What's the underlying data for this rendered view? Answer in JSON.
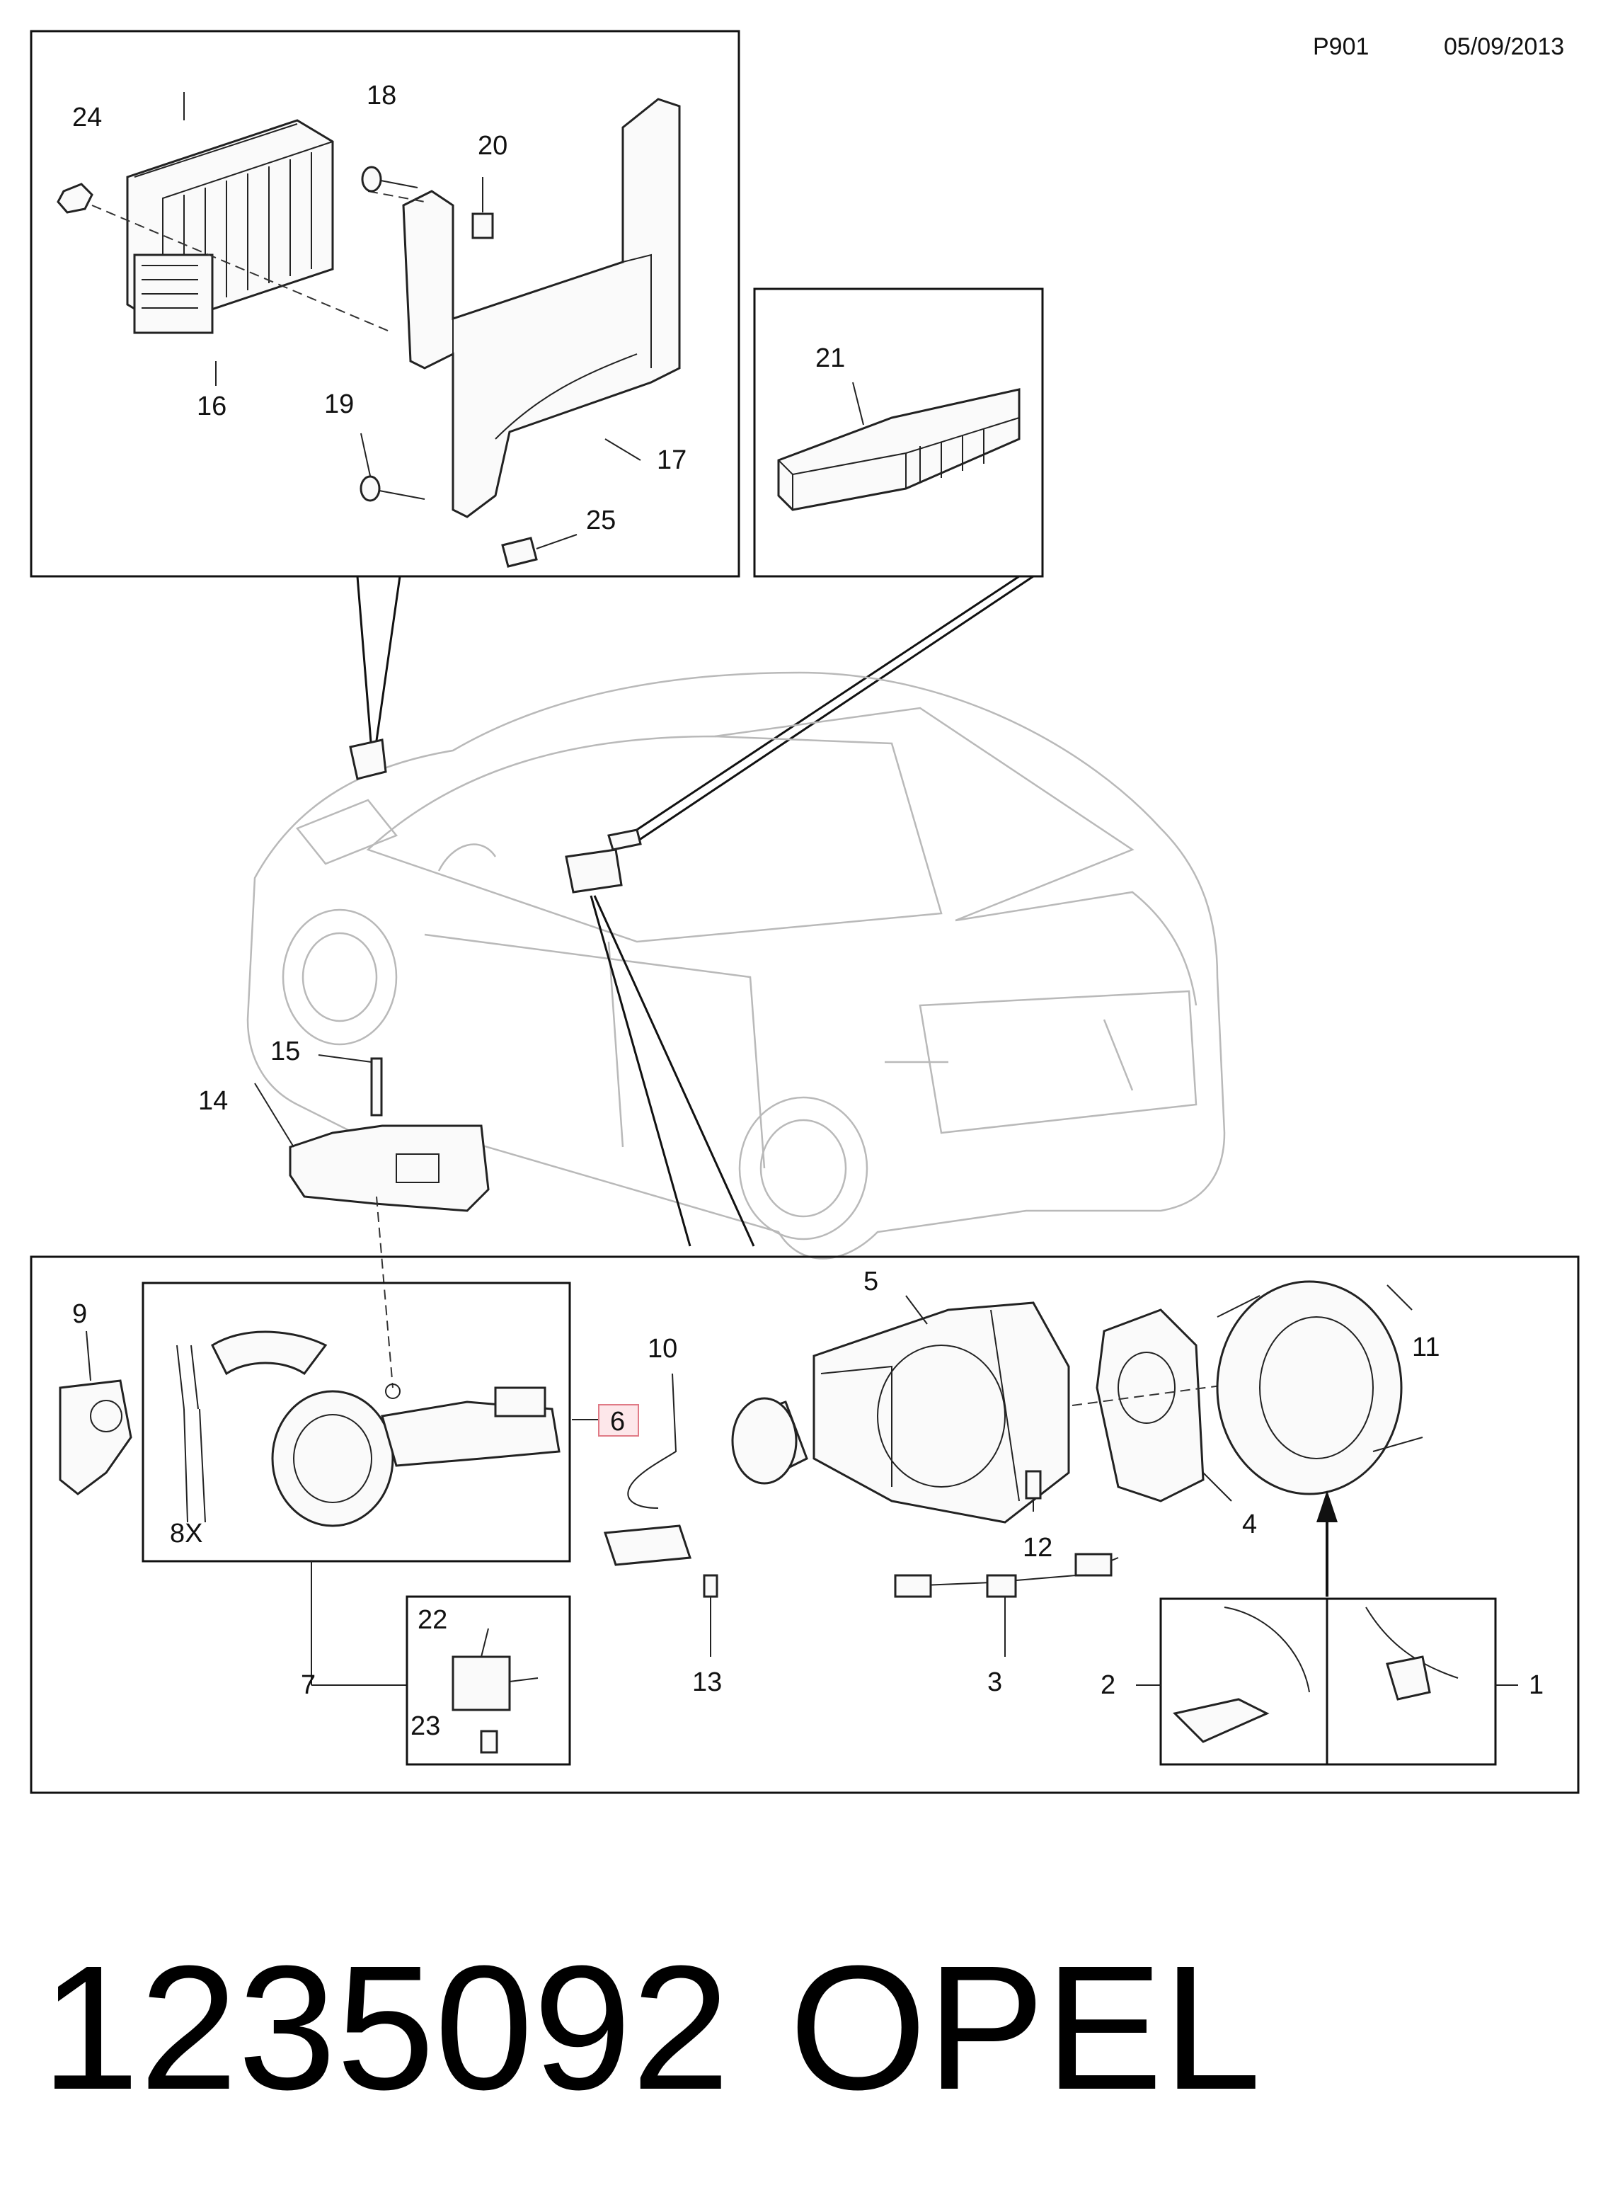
{
  "header": {
    "page_code": "P901",
    "date": "05/09/2013"
  },
  "footer": {
    "part_number": "1235092",
    "brand": "OPEL"
  },
  "callouts": {
    "c1": "1",
    "c2": "2",
    "c3": "3",
    "c4": "4",
    "c5": "5",
    "c6": "6",
    "c7": "7",
    "c8x": "8X",
    "c9": "9",
    "c10": "10",
    "c11": "11",
    "c12": "12",
    "c13": "13",
    "c14": "14",
    "c15": "15",
    "c16": "16",
    "c17": "17",
    "c18": "18",
    "c19": "19",
    "c20": "20",
    "c21": "21",
    "c22": "22",
    "c23": "23",
    "c24": "24",
    "c25": "25"
  },
  "highlight": {
    "callout": "6",
    "color": "#e07a86"
  }
}
